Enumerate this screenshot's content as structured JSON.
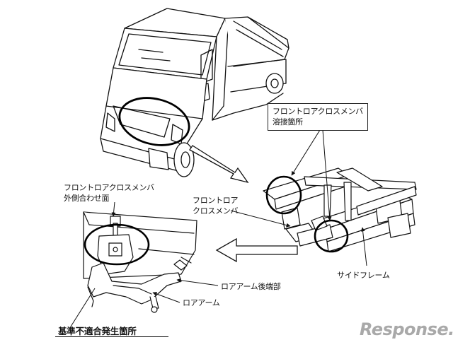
{
  "labels": {
    "weld_point": [
      "フロントロアクロスメンバ",
      "溶接箇所"
    ],
    "mating_surface": [
      "フロントロアクロスメンバ",
      "外側合わせ面"
    ],
    "front_lower_crossmember": [
      "フロントロア",
      "クロスメンバ"
    ],
    "lower_arm_rear_end": "ロアアーム後端部",
    "lower_arm": "ロアアーム",
    "side_frame": "サイドフレーム",
    "nonconforming_location": "基準不適合発生箇所"
  },
  "watermark": "Response."
}
